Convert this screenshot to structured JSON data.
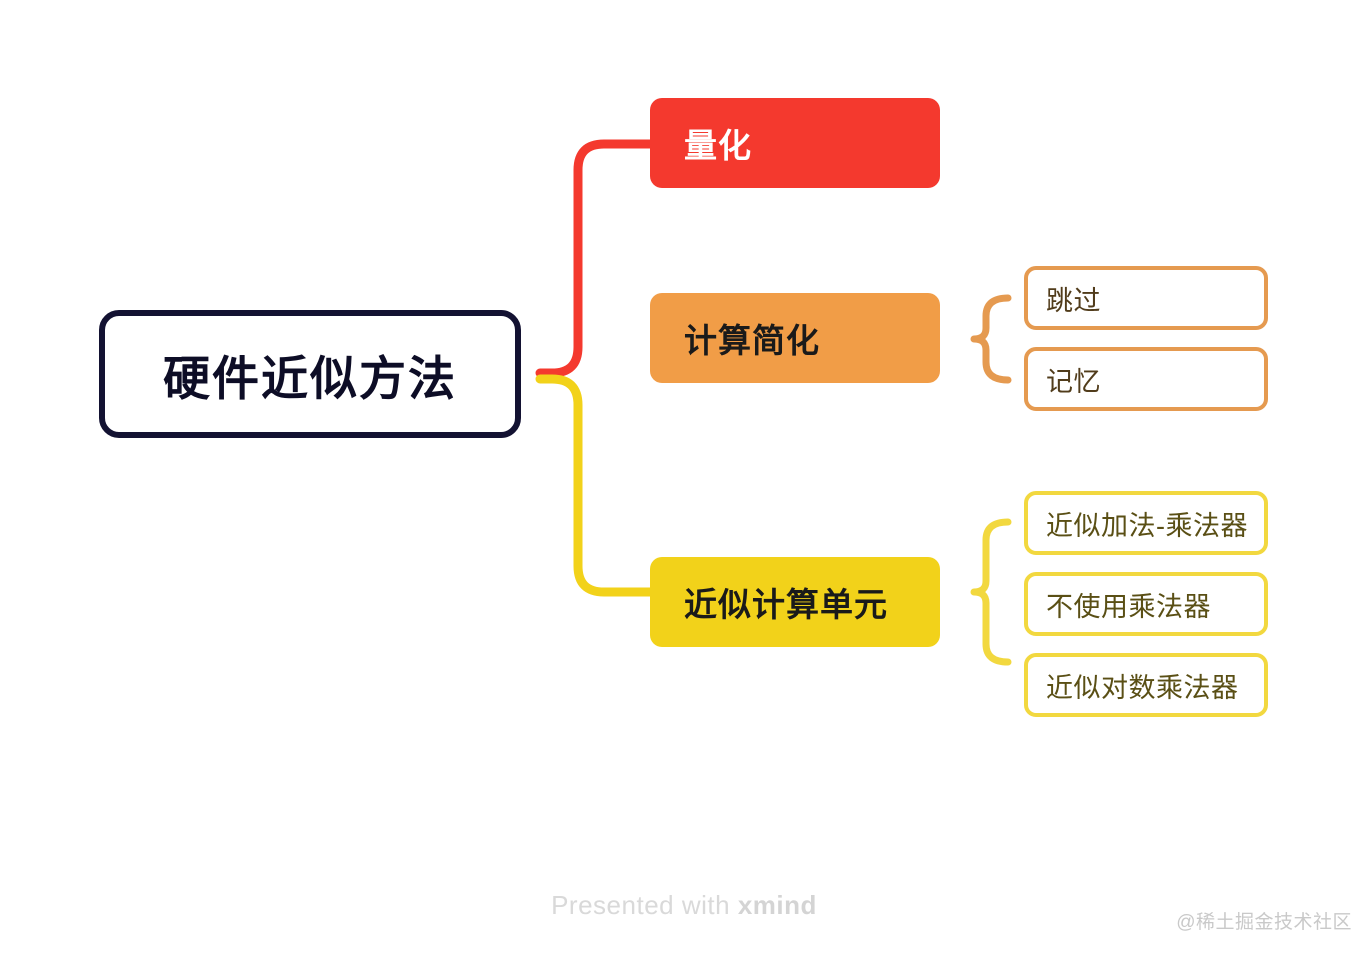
{
  "diagram": {
    "type": "mindmap",
    "orientation": "left-to-right",
    "root": {
      "label": "硬件近似方法",
      "border_color": "#131232",
      "fill_color": "#ffffff",
      "text_color": "#0d0d26"
    },
    "branches": [
      {
        "id": "quantization",
        "label": "量化",
        "fill_color": "#f4392e",
        "text_color": "#ffffff",
        "connector_color": "#f4392e",
        "children": []
      },
      {
        "id": "compute-simplification",
        "label": "计算简化",
        "fill_color": "#f19d47",
        "text_color": "#1a1a1a",
        "connector_color": "#e59a50",
        "children": [
          {
            "id": "skip",
            "label": "跳过",
            "border_color": "#e59a50",
            "text_color": "#513c1b"
          },
          {
            "id": "memoization",
            "label": "记忆",
            "border_color": "#e59a50",
            "text_color": "#513c1b"
          }
        ]
      },
      {
        "id": "approx-compute-unit",
        "label": "近似计算单元",
        "fill_color": "#f2d21a",
        "text_color": "#1a1a1a",
        "connector_color": "#f2d83f",
        "children": [
          {
            "id": "approx-add-multiplier",
            "label": "近似加法-乘法器",
            "border_color": "#f2d83f",
            "text_color": "#5a4f15"
          },
          {
            "id": "no-multiplier",
            "label": "不使用乘法器",
            "border_color": "#f2d83f",
            "text_color": "#5a4f15"
          },
          {
            "id": "approx-log-multiplier",
            "label": "近似对数乘法器",
            "border_color": "#f2d83f",
            "text_color": "#5a4f15"
          }
        ]
      }
    ]
  },
  "watermarks": {
    "xmind_prefix": "Presented with ",
    "xmind_brand": "xmind",
    "community": "@稀土掘金技术社区"
  }
}
